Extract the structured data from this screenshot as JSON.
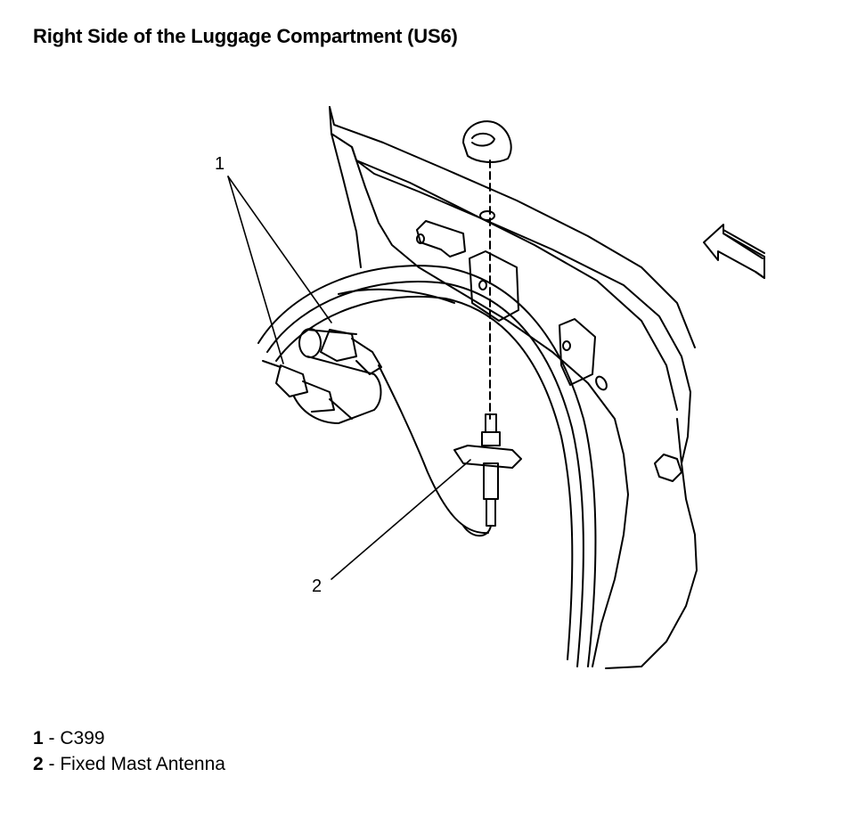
{
  "title": "Right Side of the Luggage Compartment (US6)",
  "callouts": [
    {
      "number": "1"
    },
    {
      "number": "2"
    }
  ],
  "legend": [
    {
      "number": "1",
      "separator": " - ",
      "label": "C399"
    },
    {
      "number": "2",
      "separator": " - ",
      "label": "Fixed Mast Antenna"
    }
  ],
  "colors": {
    "line": "#000000",
    "background": "#ffffff"
  }
}
